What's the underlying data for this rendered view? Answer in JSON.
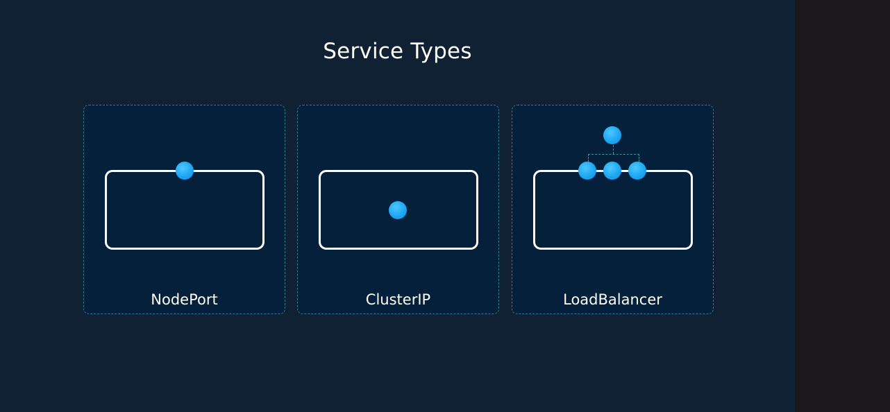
{
  "diagram": {
    "title": "Service Types",
    "cards": [
      {
        "id": "nodeport",
        "label": "NodePort"
      },
      {
        "id": "clusterip",
        "label": "ClusterIP"
      },
      {
        "id": "loadbalancer",
        "label": "LoadBalancer"
      }
    ]
  },
  "colors": {
    "background": "#102133",
    "card_background": "#04203a",
    "card_border": "#2f7f8f",
    "endpoint": "#1ea7f2",
    "node_outline": "#ffffff",
    "side_panel": "#1a181b"
  }
}
